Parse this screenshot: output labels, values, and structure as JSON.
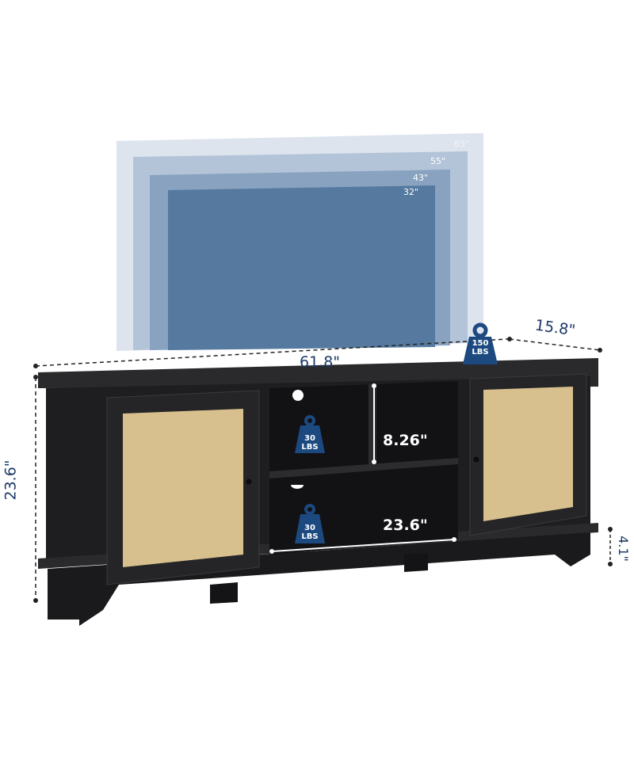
{
  "tv_sizes": [
    "65\"",
    "55\"",
    "43\"",
    "32\""
  ],
  "tv_colors": [
    "#dde4ee",
    "#b4c4d8",
    "#88a2c0",
    "#55799f"
  ],
  "dimensions": {
    "width": "61.8\"",
    "depth": "15.8\"",
    "height": "23.6\"",
    "leg_height": "4.1\"",
    "shelf_height": "8.26\"",
    "shelf_width": "23.6\""
  },
  "weight_capacity": {
    "top": {
      "value": "150",
      "unit": "LBS"
    },
    "upper_shelf": {
      "value": "30",
      "unit": "LBS"
    },
    "lower_shelf": {
      "value": "30",
      "unit": "LBS"
    }
  },
  "colors": {
    "label": "#1c3967",
    "cabinet": "#1e1e20",
    "rattan": "#d8c08e"
  }
}
